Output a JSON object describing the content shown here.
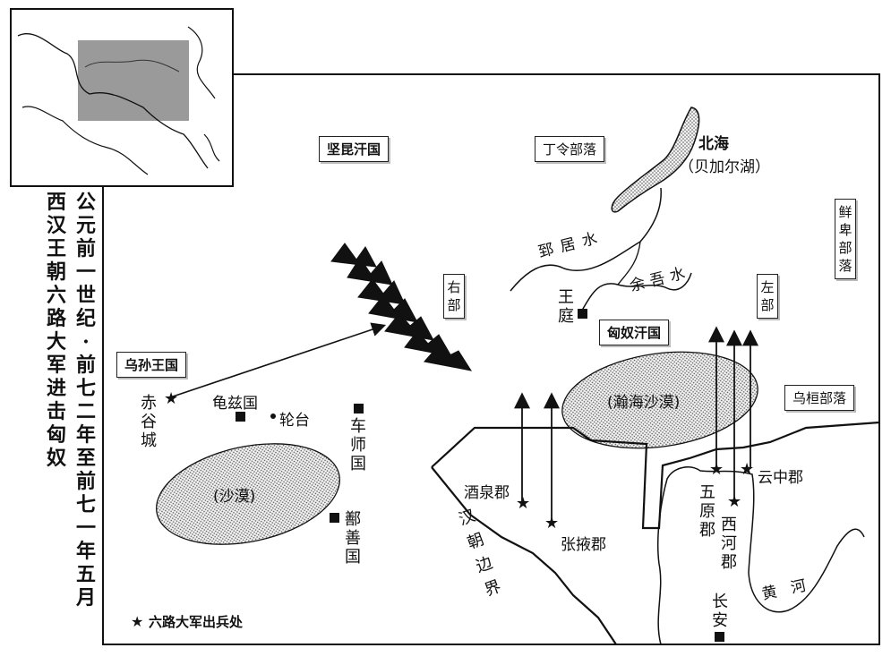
{
  "title": {
    "col1": "公元前一世纪·前七二年至前七一年五月",
    "col2": "西汉王朝六路大军进击匈奴"
  },
  "regions": {
    "jiankun": "坚昆汗国",
    "dingling": "丁令部落",
    "xianbei": "鲜卑部落",
    "youbu": "右部",
    "zuobu": "左部",
    "wusun": "乌孙王国",
    "xiongnu": "匈奴汗国",
    "wuhuan": "乌桓部落"
  },
  "places": {
    "beihai": "北海",
    "baikal": "（贝加尔湖）",
    "zhiju": "郅居水",
    "yuwu": "余吾水",
    "wangting": "王庭",
    "chigu": "赤谷城",
    "qiuci": "龟兹国",
    "luntai": "轮台",
    "cheshi": "车师国",
    "shanshan": "鄯善国",
    "shamo": "(沙漠)",
    "hanhai": "(瀚海沙漠)",
    "jiuquan": "酒泉郡",
    "zhangye": "张掖郡",
    "yunzhong": "云中郡",
    "wuyuan": "五原郡",
    "xihe": "西河郡",
    "changan": "长安",
    "huanghe": "黄河",
    "border": "汉朝边界"
  },
  "legend": {
    "star_label": "六路大军出兵处"
  },
  "colors": {
    "ink": "#111111",
    "inset_highlight": "#9a9a9a",
    "desert_fill": "#d8d8d8"
  }
}
